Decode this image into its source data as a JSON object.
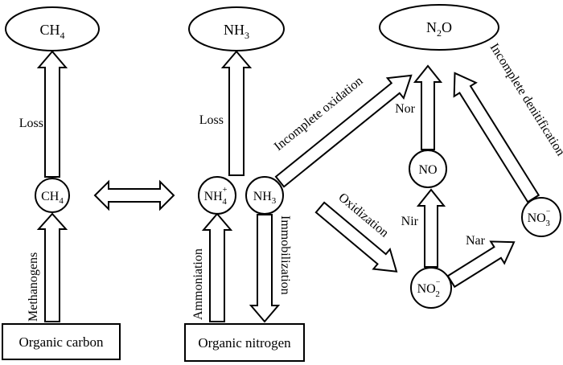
{
  "nodes": {
    "ch4_top": {
      "main": "CH",
      "sub": "4"
    },
    "nh3_top": {
      "main": "NH",
      "sub": "3"
    },
    "n2o_top": {
      "pre": "N",
      "sub": "2",
      "post": "O"
    },
    "ch4_pool": {
      "main": "CH",
      "sub": "4"
    },
    "nh4_pool": {
      "main": "NH",
      "sub": "4",
      "sup": "+"
    },
    "nh3_pool": {
      "main": "NH",
      "sub": "3"
    },
    "no_pool": {
      "main": "NO"
    },
    "no2_pool": {
      "main": "NO",
      "sub": "2",
      "sup": "−"
    },
    "no3_pool": {
      "main": "NO",
      "sub": "3",
      "sup": "−"
    },
    "organic_carbon": "Organic carbon",
    "organic_nitrogen": "Organic nitrogen"
  },
  "labels": {
    "loss_ch4": "Loss",
    "loss_nh3": "Loss",
    "methanogens": "Methanogens",
    "ammoniation": "Ammoniation",
    "immobilization": "Immobilization",
    "incomplete_oxidation": "Incomplete oxidation",
    "oxidization": "Oxidization",
    "nor": "Nor",
    "nir": "Nir",
    "nar": "Nar",
    "incomplete_denitrification": "Incomplete denitification"
  }
}
